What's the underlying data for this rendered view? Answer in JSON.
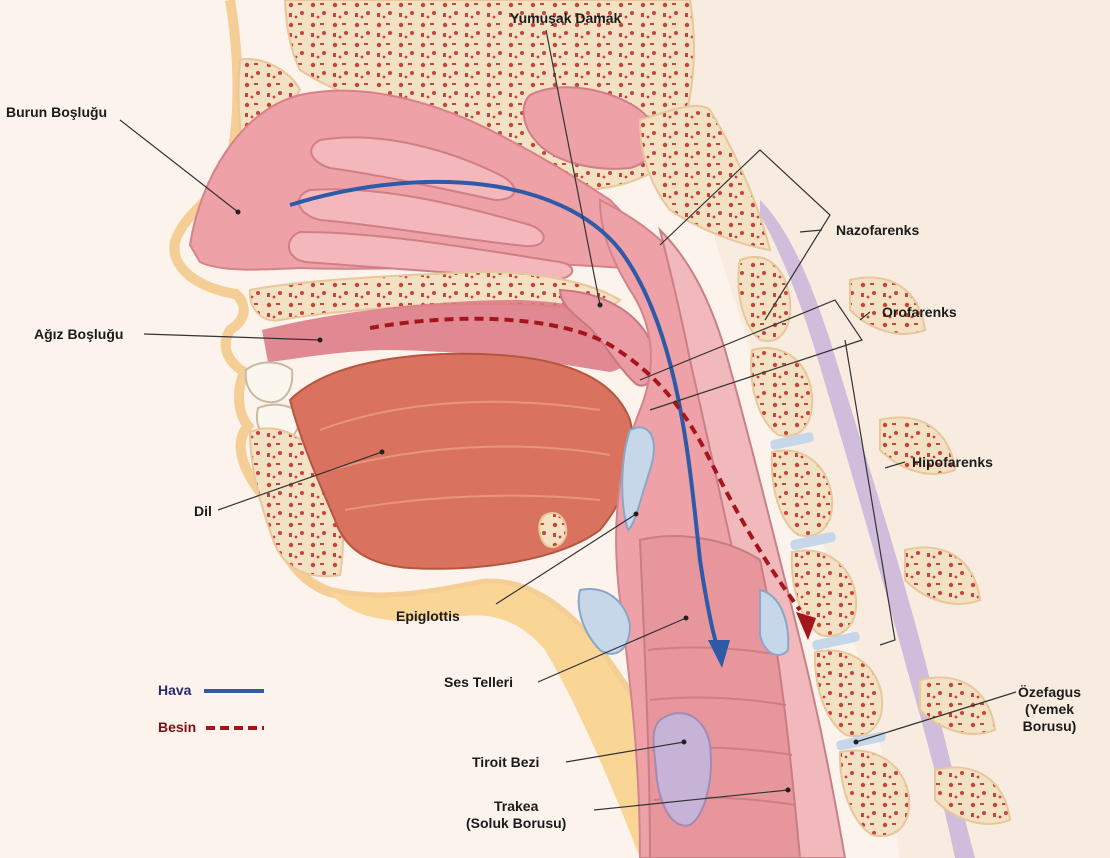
{
  "labels": {
    "yumusak_damak": "Yumuşak Damak",
    "burun_boslugu": "Burun Boşluğu",
    "nazofarenks": "Nazofarenks",
    "orofarenks": "Orofarenks",
    "agiz_boslugu": "Ağız Boşluğu",
    "hipofarenks": "Hipofarenks",
    "dil": "Dil",
    "epiglottis": "Epiglottis",
    "ses_telleri": "Ses Telleri",
    "ozefagus": "Özefagus\n(Yemek\nBorusu)",
    "tiroit_bezi": "Tiroit Bezi",
    "trakea": "Trakea\n(Soluk Borusu)"
  },
  "legend": {
    "air_label": "Hava",
    "food_label": "Besin",
    "air_color": "#2f5aa8",
    "food_color": "#a4151c"
  },
  "colors": {
    "background": "#fbf3ec",
    "tissue": "#e9a0a5",
    "tissue_light": "#f1b9bb",
    "tongue": "#d9735f",
    "bone": "#f3e1c3",
    "bone_spot": "#c8433b",
    "disc": "#c7d7ea",
    "fat": "#f9d596",
    "thyroid": "#c7b3d6"
  }
}
